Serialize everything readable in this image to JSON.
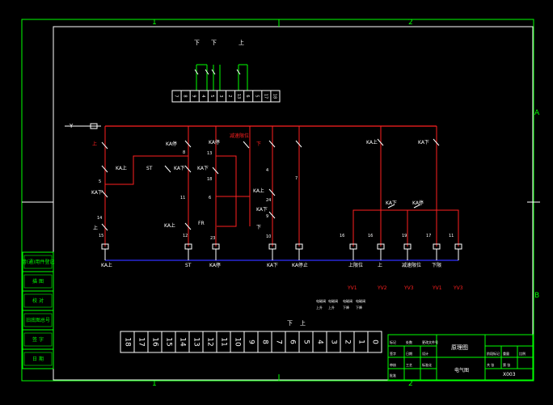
{
  "border": {
    "zone_top_1": "1",
    "zone_top_2": "2",
    "zone_bottom_1": "1",
    "zone_bottom_2": "2",
    "zone_right_a": "A",
    "zone_right_b": "B"
  },
  "terminal_top": {
    "labels": [
      "下",
      "下",
      "上"
    ],
    "cells": [
      "7",
      "8",
      "9",
      "4",
      "5",
      "3",
      "2",
      "13",
      "6",
      "5",
      "17",
      "18"
    ]
  },
  "ladder": {
    "switch_label": "Y",
    "up_label": "上",
    "ka_up_1": "KA上",
    "ka_down_1": "KA下",
    "up_lamp": "上",
    "ka_stop": "KA停",
    "ka_stop_2": "KA停",
    "st_1": "ST",
    "ka_down_2": "KA下",
    "ka_down_3": "KA下",
    "ka_down_4": "KA下",
    "ka_up_2": "KA上",
    "ka_up_3": "KA上",
    "ka_down_5": "KA下",
    "ka_up_4": "KA上",
    "ka_down_6": "KA下",
    "ka_red_1": "减速限位",
    "ka_stop_3": "KA停",
    "fr_1": "FR",
    "down_red": "下",
    "down_lamp": "下",
    "wire_nums": [
      "5",
      "14",
      "15",
      "8",
      "11",
      "12",
      "13",
      "18",
      "6",
      "23",
      "4",
      "24",
      "9",
      "10",
      "7",
      "16",
      "16",
      "19",
      "17",
      "11"
    ]
  },
  "coils": [
    "KA上",
    "ST",
    "KA停",
    "KA下",
    "KA停止",
    "上限位",
    "上",
    "减速限位",
    "下限",
    "YV1",
    "YV2",
    "YV3",
    "YV1",
    "YV3"
  ],
  "coil_small": [
    "电磁阀",
    "电磁阀",
    "电磁阀",
    "电磁阀",
    "上升",
    "上升",
    "下降",
    "下降"
  ],
  "terminal_bottom": {
    "labels": [
      "下",
      "上"
    ],
    "cells": [
      "18",
      "17",
      "16",
      "15",
      "14",
      "13",
      "12",
      "11",
      "10",
      "9",
      "8",
      "7",
      "6",
      "5",
      "4",
      "3",
      "2",
      "1",
      "0"
    ]
  },
  "left_table": [
    "借(通)用件登记",
    "描 图",
    "校 对",
    "旧底图总号",
    "签 字",
    "日 期"
  ],
  "title_block": {
    "name": "原理图",
    "drawing": "电气图",
    "code": "X003",
    "small": [
      "标记",
      "处数",
      "更改文件号",
      "签字",
      "日期",
      "设计",
      "审核",
      "工艺",
      "标准化",
      "批准",
      "阶段标记",
      "重量",
      "比例",
      "共 张",
      "第 张"
    ]
  }
}
